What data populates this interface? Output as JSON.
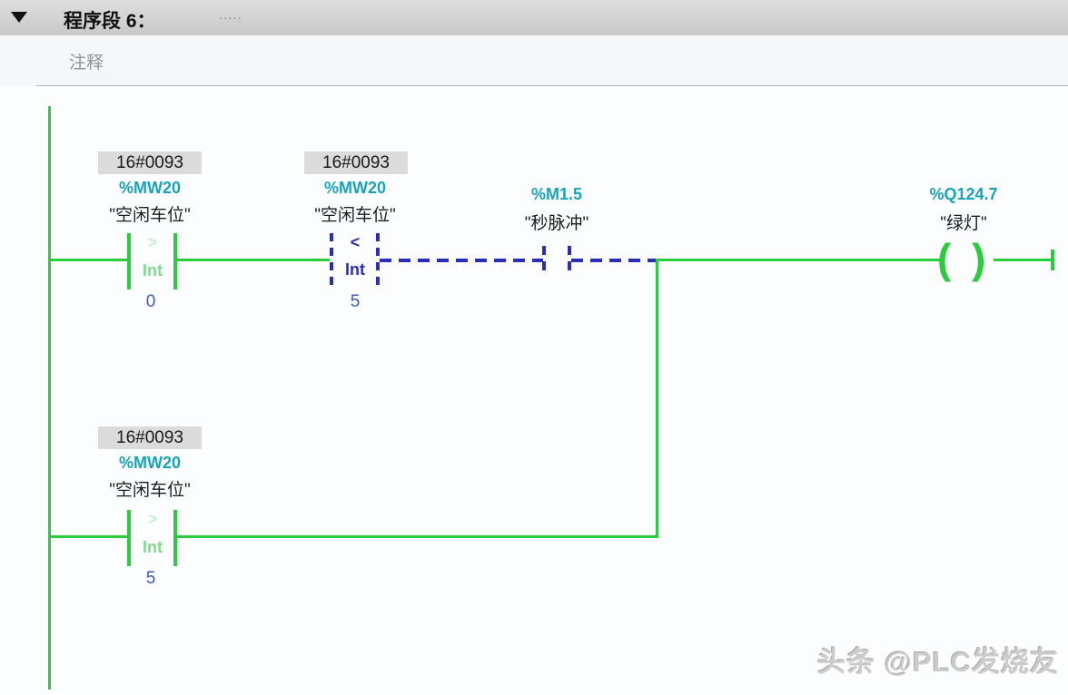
{
  "header": {
    "collapse_icon": "triangle-down",
    "title": "程序段 6：",
    "title_placeholder": "....."
  },
  "comment": {
    "placeholder": "注释"
  },
  "watermark": {
    "text": "头条 @PLC发烧友"
  },
  "colors": {
    "active_green": "#2bcb3e",
    "inactive_blue": "#2b2bbd",
    "address_teal": "#17a3b8",
    "value_blue": "#3d59b8",
    "monitor_box_bg": "#dbdbdb"
  },
  "ladder": {
    "contacts": [
      {
        "monitor_value": "16#0093",
        "address": "%MW20",
        "name": "\"空闲车位\"",
        "operator": ">",
        "data_type": "Int",
        "compare_value": "0",
        "state": "active"
      },
      {
        "monitor_value": "16#0093",
        "address": "%MW20",
        "name": "\"空闲车位\"",
        "operator": "<",
        "data_type": "Int",
        "compare_value": "5",
        "state": "inactive"
      },
      {
        "address": "%M1.5",
        "name": "\"秒脉冲\"",
        "state": "inactive"
      },
      {
        "monitor_value": "16#0093",
        "address": "%MW20",
        "name": "\"空闲车位\"",
        "operator": ">",
        "data_type": "Int",
        "compare_value": "5",
        "state": "active"
      }
    ],
    "coil": {
      "address": "%Q124.7",
      "name": "\"绿灯\"",
      "state": "active"
    }
  }
}
